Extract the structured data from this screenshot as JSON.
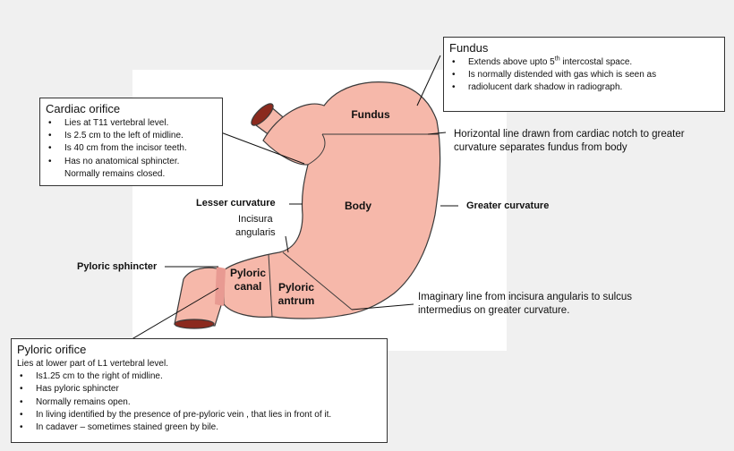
{
  "organ_labels": {
    "fundus": "Fundus",
    "body": "Body",
    "pyloric_canal": [
      "Pyloric",
      "canal"
    ],
    "pyloric_antrum": [
      "Pyloric",
      "antrum"
    ]
  },
  "side_labels": {
    "lesser_curvature": "Lesser  curvature",
    "incisura": [
      "Incisura",
      "angularis"
    ],
    "greater_curvature": "Greater curvature",
    "pyloric_sphincter": "Pyloric sphincter",
    "horizontal_line": [
      "Horizontal line drawn from cardiac notch to greater",
      "curvature separates fundus from body"
    ],
    "imaginary_line": [
      "Imaginary line from incisura angularis to sulcus",
      "intermedius on greater curvature."
    ]
  },
  "fundus_box": {
    "title": "Fundus",
    "items": [
      "Extends above upto 5",
      "Is normally distended with gas which is seen as",
      "radiolucent dark shadow in radiograph."
    ],
    "sup": "th",
    "item0_tail": " intercostal space."
  },
  "cardiac_box": {
    "title": "Cardiac orifice",
    "items": [
      "Lies at T11 vertebral level.",
      "Is 2.5 cm to the left of midline.",
      "Is 40 cm from the incisor teeth.",
      "Has no anatomical sphincter.",
      "Normally remains closed."
    ]
  },
  "pyloric_box": {
    "title": "Pyloric orifice",
    "intro": "Lies at  lower part of L1 vertebral level.",
    "items": [
      "Is1.25 cm to the right of midline.",
      "Has  pyloric sphincter",
      "Normally remains open.",
      "In living identified by the presence of pre-pyloric vein , that lies in front of it.",
      "In cadaver – sometimes stained green by bile."
    ]
  },
  "colors": {
    "stomach_fill": "#f6b8aa",
    "stomach_stroke": "#3a3a3a",
    "lumen": "#8b2a1e",
    "page_bg": "#f0f0f0"
  }
}
